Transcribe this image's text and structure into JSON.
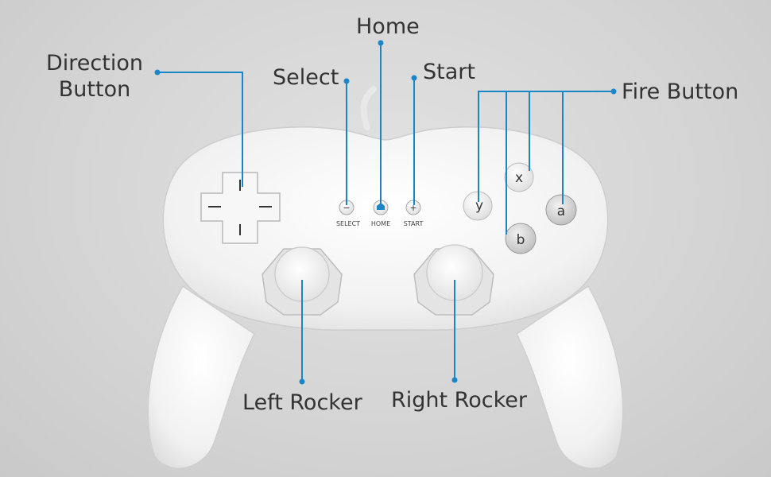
{
  "labels": {
    "direction": "Direction\nButton",
    "select": "Select",
    "home": "Home",
    "start": "Start",
    "fire": "Fire Button",
    "left_rocker": "Left Rocker",
    "right_rocker": "Right Rocker"
  },
  "controller": {
    "select_text": "SELECT",
    "home_text": "HOME",
    "start_text": "START",
    "minus_symbol": "−",
    "plus_symbol": "+",
    "face_buttons": {
      "y": "y",
      "x": "x",
      "a": "a",
      "b": "b"
    }
  },
  "colors": {
    "leader_line": "#1a86c8",
    "controller_body": "#f4f4f4",
    "background": "#d6d6d6"
  }
}
